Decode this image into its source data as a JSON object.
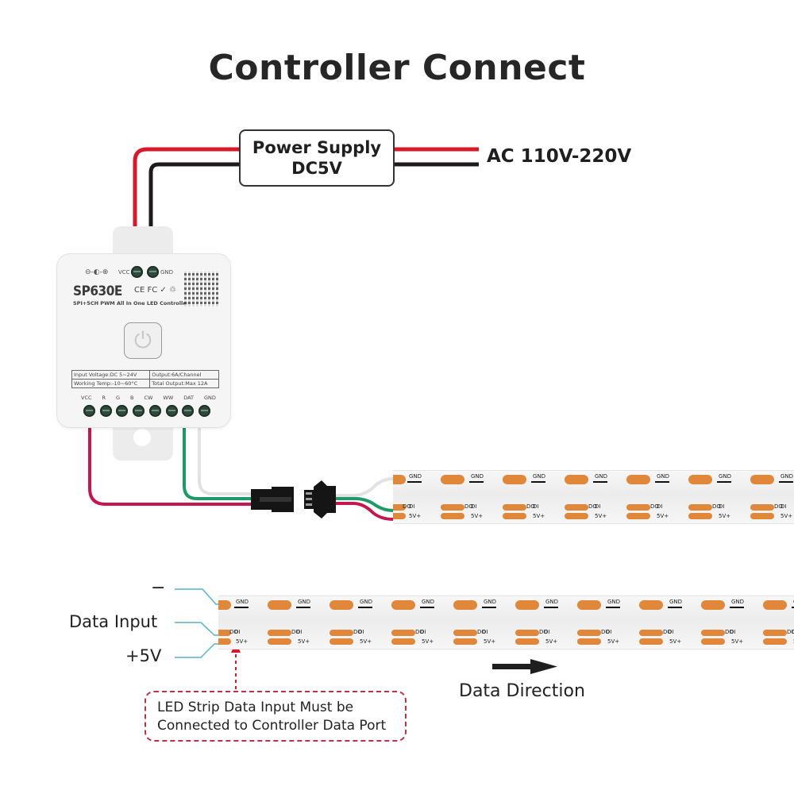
{
  "title": "Controller Connect",
  "power_supply": {
    "line1": "Power Supply",
    "line2": "DC5V",
    "input_label": "AC 110V-220V"
  },
  "controller": {
    "model": "SP630E",
    "subtitle": "SPI+5CH PWM All In One LED Controller",
    "dc_symbol": "⊖-◐-⊕",
    "top_terminals": [
      "VCC",
      "GND"
    ],
    "certifications": "CE FC ✓ ♲",
    "power_button_icon": "⏻",
    "specs": [
      [
        "Input Voltage:DC 5~24V",
        "Output:6A/Channel"
      ],
      [
        "Working Temp:-10~60°C",
        "Total Output:Max 12A"
      ]
    ],
    "output_pins": [
      "VCC",
      "R",
      "G",
      "B",
      "CW",
      "WW",
      "DAT",
      "GND"
    ]
  },
  "strip": {
    "top_row_label": "GND",
    "mid_labels": [
      "DI",
      "DO"
    ],
    "bottom_row_label": "5V+"
  },
  "pinout_labels": {
    "minus": "−",
    "data_input": "Data Input",
    "plus5v": "+5V"
  },
  "note": {
    "line1": "LED Strip Data Input Must be",
    "line2": "Connected to Controller Data Port"
  },
  "data_direction": "Data Direction",
  "colors": {
    "red_wire": "#d7192a",
    "black_wire": "#1e1a1a",
    "magenta_wire": "#c4164f",
    "green_wire": "#1f9968",
    "white_wire": "#e2e2e2",
    "pad_orange": "#e0873a",
    "leader_blue": "#5ab0cf",
    "note_red": "#b8324a"
  }
}
